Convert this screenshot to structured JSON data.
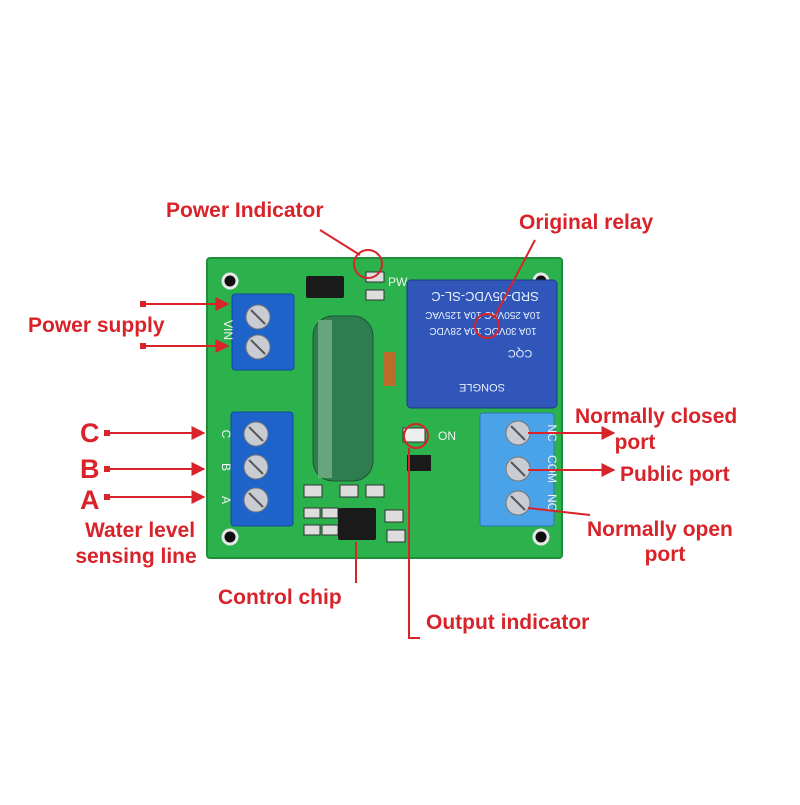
{
  "colors": {
    "label": "#d8232a",
    "pcb": "#2bb24c",
    "terminal": "#1d63c9",
    "relay": "#2f56b8",
    "capacitor": "#2f7d4f"
  },
  "labels": {
    "power_indicator": "Power Indicator",
    "original_relay": "Original relay",
    "power_supply": "Power supply",
    "sensor_c": "C",
    "sensor_b": "B",
    "sensor_a": "A",
    "water_level_line1": "Water level",
    "water_level_line2": "sensing line",
    "control_chip": "Control chip",
    "output_indicator": "Output indicator",
    "normally_closed_line1": "Normally closed",
    "normally_closed_line2": "port",
    "public_port": "Public port",
    "normally_open_line1": "Normally open",
    "normally_open_line2": "port"
  },
  "board_silkscreen": {
    "vin": "VIN",
    "pw": "PW",
    "on": "ON",
    "c": "C",
    "b": "B",
    "a": "A",
    "nc": "NC",
    "com": "COM",
    "no": "NO"
  },
  "relay_text": {
    "model": "SRD-05VDC-SL-C",
    "rating1": "10A 250VAC 10A 125VAC",
    "rating2": "10A 30VDC 10A 28VDC",
    "brand": "SONGLE",
    "cert": "CQC"
  }
}
